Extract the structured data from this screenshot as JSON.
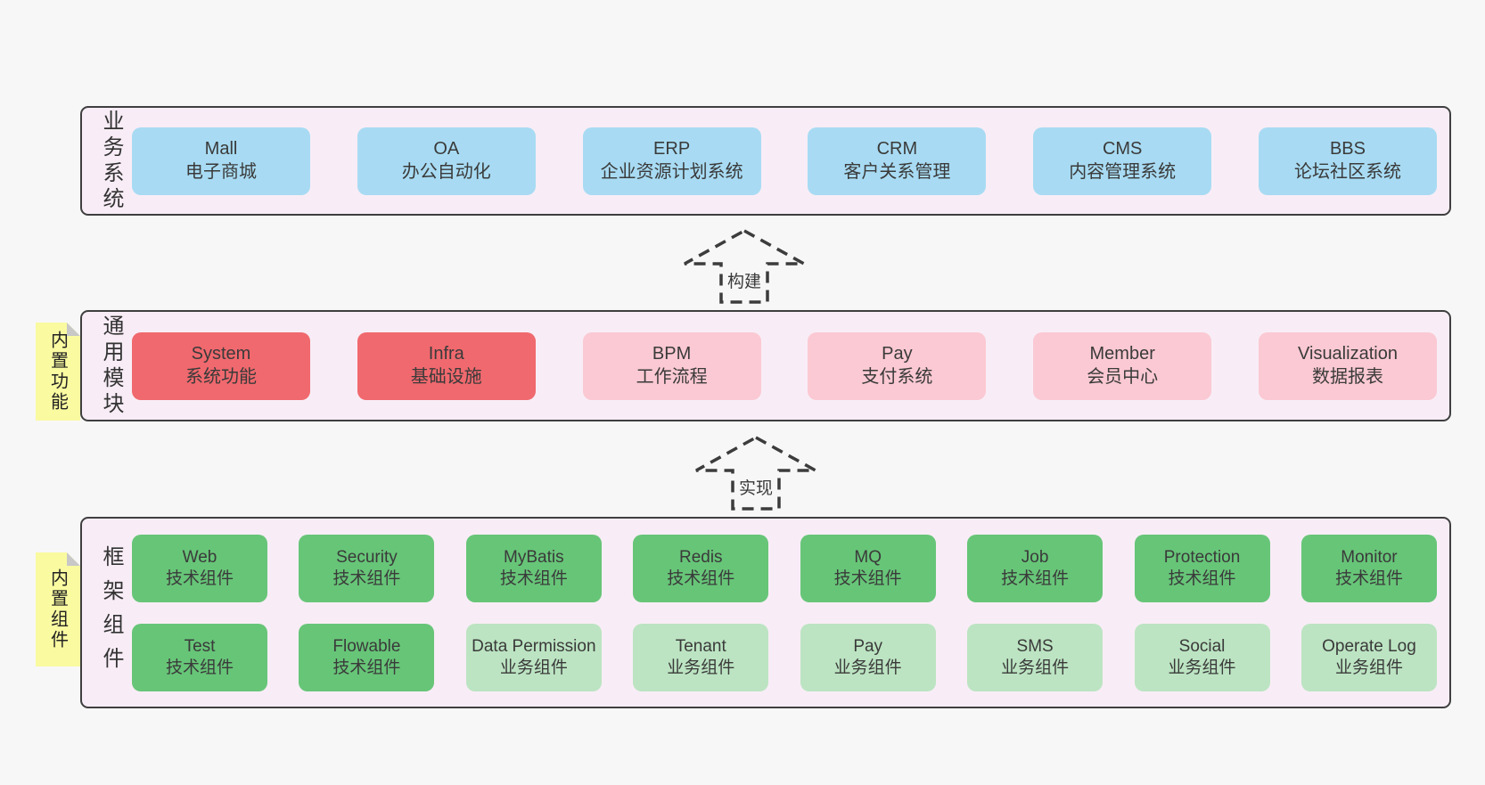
{
  "colors": {
    "page_background": "#f7f7f7",
    "layer_background": "#f8edf6",
    "layer_border": "#3f3f3f",
    "blue_box": "#a8dbf3",
    "red_box": "#f0696e",
    "pink_box": "#fbc9d3",
    "green_box": "#67c578",
    "light_green_box": "#bce4c2",
    "sticky_note": "#fafaa1",
    "sticky_fold": "#c8c8c8",
    "text": "#3a3a3a"
  },
  "arrows": [
    {
      "label": "构建"
    },
    {
      "label": "实现"
    }
  ],
  "layers": [
    {
      "id": "business",
      "label": "业务系统",
      "rows": [
        [
          {
            "en": "Mall",
            "zh": "电子商城",
            "variant": "blue"
          },
          {
            "en": "OA",
            "zh": "办公自动化",
            "variant": "blue"
          },
          {
            "en": "ERP",
            "zh": "企业资源计划系统",
            "variant": "blue"
          },
          {
            "en": "CRM",
            "zh": "客户关系管理",
            "variant": "blue"
          },
          {
            "en": "CMS",
            "zh": "内容管理系统",
            "variant": "blue"
          },
          {
            "en": "BBS",
            "zh": "论坛社区系统",
            "variant": "blue"
          }
        ]
      ]
    },
    {
      "id": "modules",
      "label": "通用模块",
      "sticky": "内置功能",
      "rows": [
        [
          {
            "en": "System",
            "zh": "系统功能",
            "variant": "red"
          },
          {
            "en": "Infra",
            "zh": "基础设施",
            "variant": "red"
          },
          {
            "en": "BPM",
            "zh": "工作流程",
            "variant": "pink"
          },
          {
            "en": "Pay",
            "zh": "支付系统",
            "variant": "pink"
          },
          {
            "en": "Member",
            "zh": "会员中心",
            "variant": "pink"
          },
          {
            "en": "Visualization",
            "zh": "数据报表",
            "variant": "pink"
          }
        ]
      ]
    },
    {
      "id": "components",
      "label": "框架组件",
      "sticky": "内置组件",
      "rows": [
        [
          {
            "en": "Web",
            "zh": "技术组件",
            "variant": "green"
          },
          {
            "en": "Security",
            "zh": "技术组件",
            "variant": "green"
          },
          {
            "en": "MyBatis",
            "zh": "技术组件",
            "variant": "green"
          },
          {
            "en": "Redis",
            "zh": "技术组件",
            "variant": "green"
          },
          {
            "en": "MQ",
            "zh": "技术组件",
            "variant": "green"
          },
          {
            "en": "Job",
            "zh": "技术组件",
            "variant": "green"
          },
          {
            "en": "Protection",
            "zh": "技术组件",
            "variant": "green"
          },
          {
            "en": "Monitor",
            "zh": "技术组件",
            "variant": "green"
          }
        ],
        [
          {
            "en": "Test",
            "zh": "技术组件",
            "variant": "green"
          },
          {
            "en": "Flowable",
            "zh": "技术组件",
            "variant": "green"
          },
          {
            "en": "Data Permission",
            "zh": "业务组件",
            "variant": "lightgreen"
          },
          {
            "en": "Tenant",
            "zh": "业务组件",
            "variant": "lightgreen"
          },
          {
            "en": "Pay",
            "zh": "业务组件",
            "variant": "lightgreen"
          },
          {
            "en": "SMS",
            "zh": "业务组件",
            "variant": "lightgreen"
          },
          {
            "en": "Social",
            "zh": "业务组件",
            "variant": "lightgreen"
          },
          {
            "en": "Operate Log",
            "zh": "业务组件",
            "variant": "lightgreen"
          }
        ]
      ]
    }
  ]
}
